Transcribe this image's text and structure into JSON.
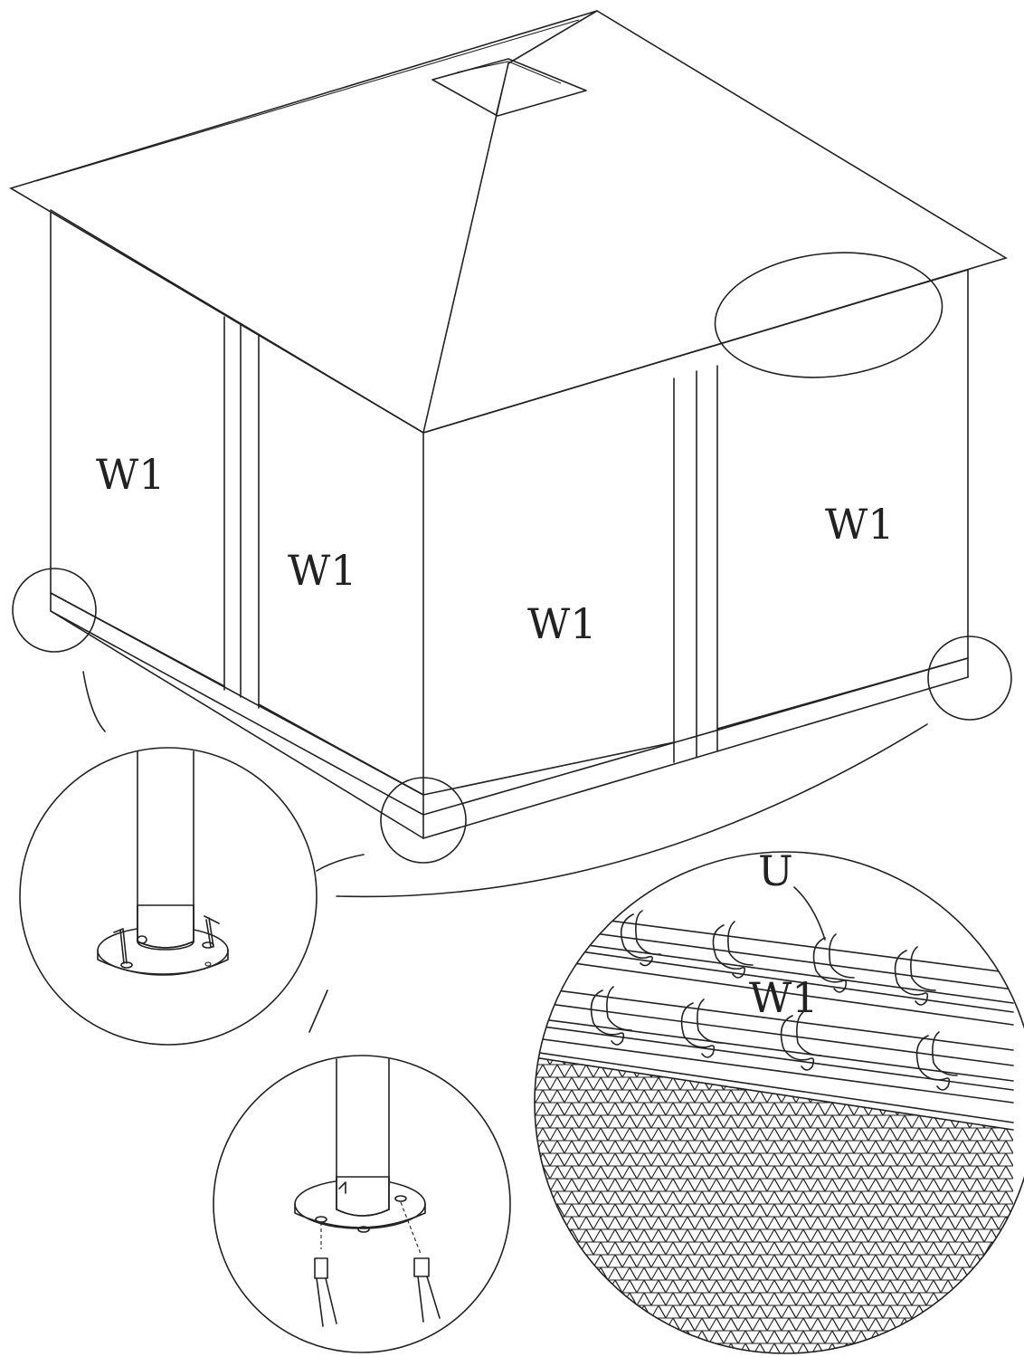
{
  "labels": {
    "wall_left_outer": "W1",
    "wall_left_inner": "W1",
    "wall_front": "W1",
    "wall_right": "W1",
    "detail_hook_wall": "W1",
    "hook_part": "U"
  }
}
